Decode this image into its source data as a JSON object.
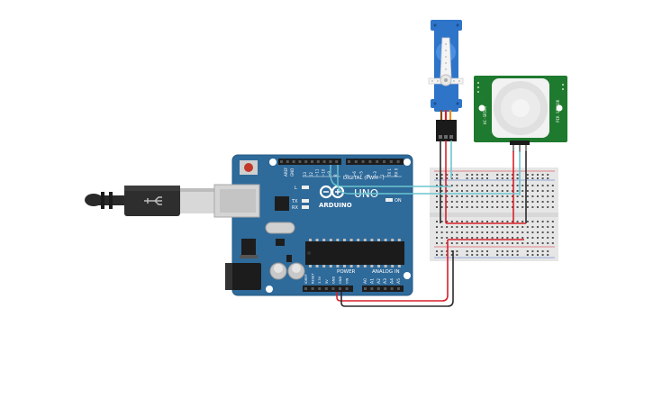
{
  "arduino": {
    "digital_label": "DIGITAL (PWM~)",
    "brand": "ARDUINO",
    "model": "UNO",
    "power_label": "POWER",
    "analog_label": "ANALOG IN",
    "on_label": "ON",
    "l_label": "L",
    "tx_label": "TX",
    "rx_label": "RX",
    "aref_label": "AREF",
    "gnd_label": "GND",
    "top_pin_labels": [
      "13",
      "12",
      "~11",
      "~10",
      "~9",
      "8",
      "7",
      "~6",
      "~5",
      "4",
      "~3",
      "2",
      "TX 1",
      "RX 0"
    ],
    "power_pin_labels": [
      "IOREF",
      "RESET",
      "3.3V",
      "5V",
      "GND",
      "GND",
      "VIN"
    ],
    "analog_pin_labels": [
      "A0",
      "A1",
      "A2",
      "A3",
      "A4",
      "A5"
    ]
  },
  "pir_sensor": {
    "left_label": "HC-SR501",
    "right_label": "PIR SENSOR"
  },
  "colors": {
    "arduino_board": "#2e6a9a",
    "arduino_dark": "#1f4f75",
    "breadboard": "#e6e6e6",
    "pir_board": "#1e7a2e",
    "servo_body": "#2e74c9",
    "wire_red": "#d9202a",
    "wire_black": "#2b2b2b",
    "wire_cyan": "#6cc6cf",
    "usb_cable": "#2a2a2a"
  }
}
